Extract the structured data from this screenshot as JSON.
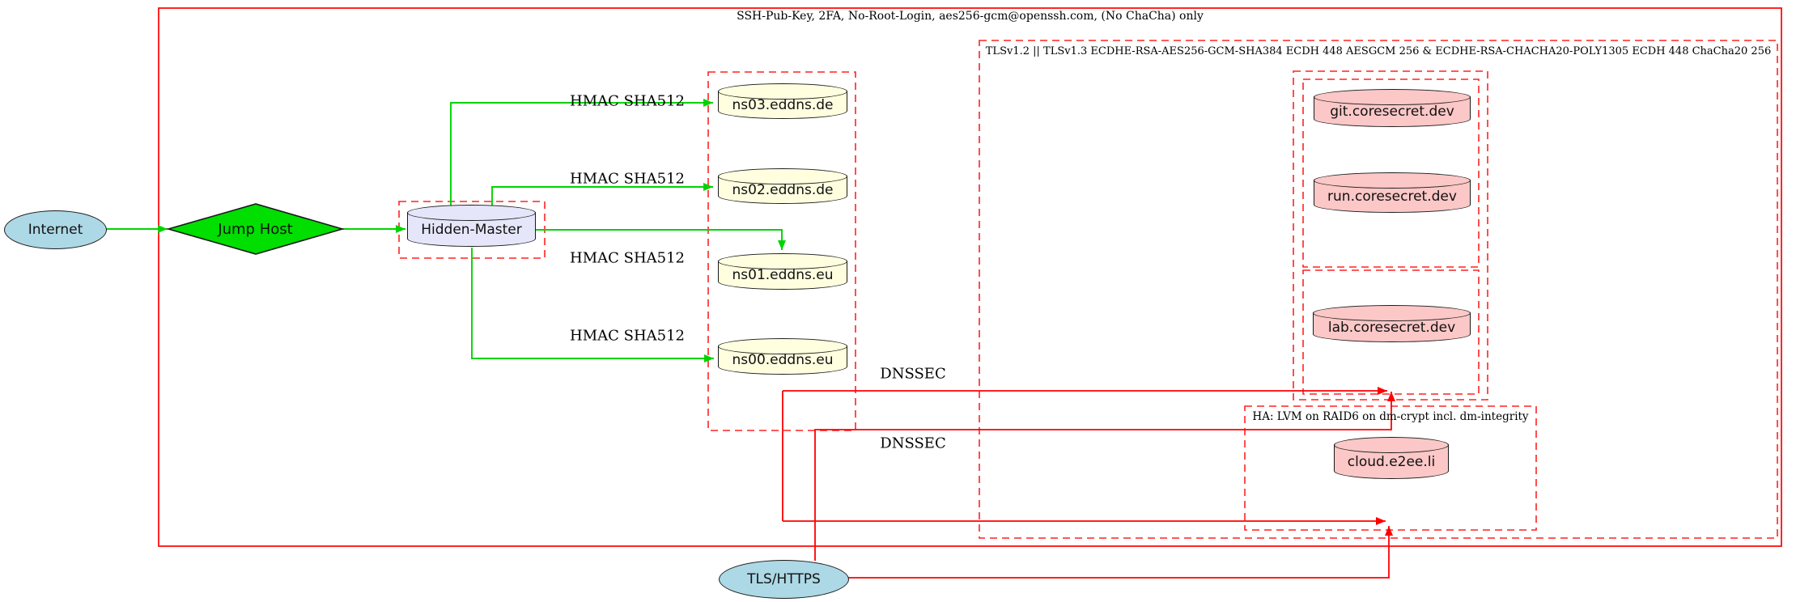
{
  "clusters": {
    "ssh": {
      "label": "SSH-Pub-Key, 2FA, No-Root-Login, aes256-gcm@openssh.com, (No ChaCha) only"
    },
    "tls": {
      "label": "TLSv1.2 || TLSv1.3 ECDHE-RSA-AES256-GCM-SHA384 ECDH 448 AESGCM 256 & ECDHE-RSA-CHACHA20-POLY1305 ECDH 448 ChaCha20 256"
    },
    "ha": {
      "label": "HA: LVM on RAID6 on dm-crypt incl. dm-integrity"
    }
  },
  "nodes": {
    "internet": {
      "label": "Internet",
      "shape": "ellipse",
      "fill": "#add8e6"
    },
    "jump_host": {
      "label": "Jump Host",
      "shape": "diamond",
      "fill": "#00df00"
    },
    "hidden_master": {
      "label": "Hidden-Master",
      "shape": "cylinder",
      "fill": "#e6e6fa"
    },
    "ns03": {
      "label": "ns03.eddns.de",
      "shape": "cylinder",
      "fill": "#ffffe0"
    },
    "ns02": {
      "label": "ns02.eddns.de",
      "shape": "cylinder",
      "fill": "#ffffe0"
    },
    "ns01": {
      "label": "ns01.eddns.eu",
      "shape": "cylinder",
      "fill": "#ffffe0"
    },
    "ns00": {
      "label": "ns00.eddns.eu",
      "shape": "cylinder",
      "fill": "#ffffe0"
    },
    "git": {
      "label": "git.coresecret.dev",
      "shape": "cylinder",
      "fill": "#fbc7c7"
    },
    "run": {
      "label": "run.coresecret.dev",
      "shape": "cylinder",
      "fill": "#fbc7c7"
    },
    "lab": {
      "label": "lab.coresecret.dev",
      "shape": "cylinder",
      "fill": "#fbc7c7"
    },
    "cloud": {
      "label": "cloud.e2ee.li",
      "shape": "cylinder",
      "fill": "#fbc7c7"
    },
    "tls_https": {
      "label": "TLS/HTTPS",
      "shape": "ellipse",
      "fill": "#add8e6"
    }
  },
  "edge_labels": {
    "hmac": "HMAC SHA512",
    "dnssec": "DNSSEC"
  },
  "colors": {
    "edge_green": "#00d400",
    "edge_red": "#ff0000",
    "cluster_red": "#ff2222",
    "lightblue": "#add8e6",
    "lavender": "#e6e6fa",
    "lightyellow": "#ffffe0",
    "pink": "#fbc7c7",
    "diamond_green": "#00df00"
  }
}
